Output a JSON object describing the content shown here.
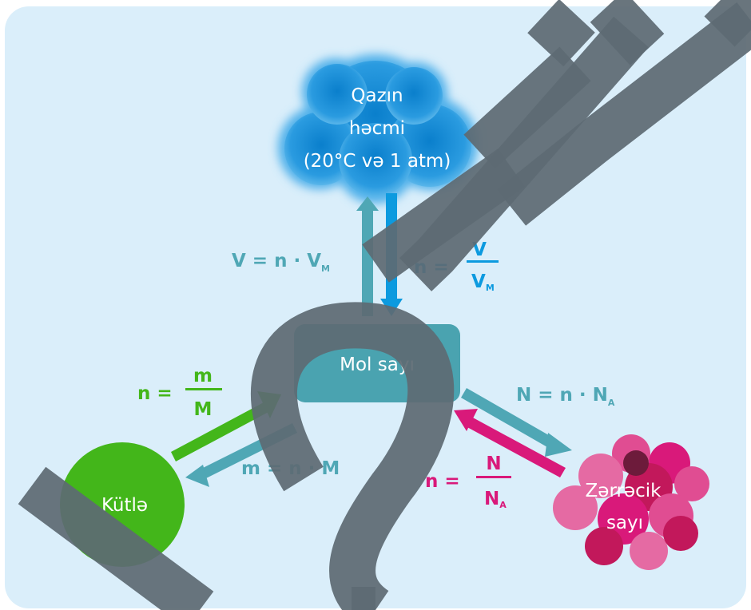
{
  "colors": {
    "panel": "#daeefa",
    "cloud": "#1a92d8",
    "mol_box": "#4aa3b0",
    "teal": "#4fa7b5",
    "blue": "#0c9adf",
    "green": "#43b61a",
    "pink": "#d9197a",
    "watermark": "#5e6b73"
  },
  "nodes": {
    "gas_volume": {
      "line1": "Qazın",
      "line2": "həcmi",
      "line3": "(20°C və 1 atm)"
    },
    "mole_count": {
      "label": "Mol sayı"
    },
    "mass": {
      "label": "Kütlə"
    },
    "particle_count": {
      "line1": "Zərrəcik",
      "line2": "sayı"
    }
  },
  "formulas": {
    "volume_from_moles": {
      "text": "V = n · V",
      "subscript": "M"
    },
    "moles_from_volume": {
      "lhs": "n =",
      "numerator": "V",
      "denominator": "V",
      "denominator_sub": "M"
    },
    "moles_from_mass": {
      "lhs": "n =",
      "numerator": "m",
      "denominator": "M"
    },
    "mass_from_moles": {
      "text": "m = n · M"
    },
    "particles_from_moles": {
      "text": "N = n · N",
      "subscript": "A"
    },
    "moles_from_particles": {
      "lhs": "n =",
      "numerator": "N",
      "denominator": "N",
      "denominator_sub": "A"
    }
  }
}
